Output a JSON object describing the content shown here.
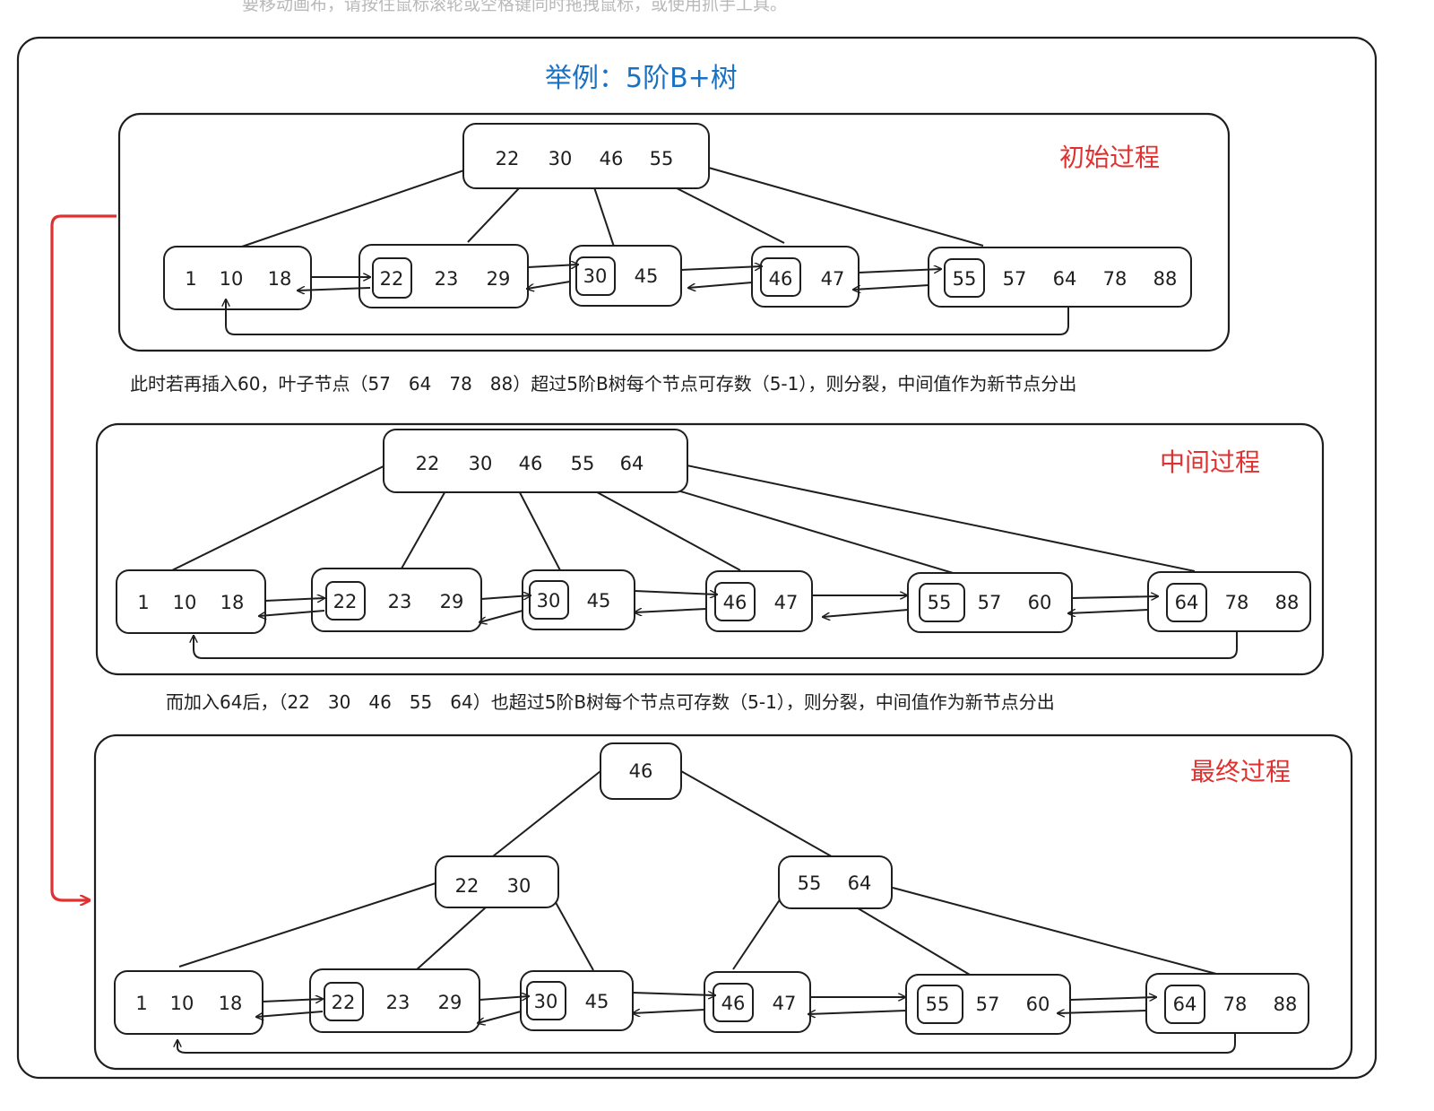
{
  "hint": "要移动画布，请按住鼠标滚轮或空格键同时拖拽鼠标，或使用抓手工具。",
  "title": "举例：5阶B+树",
  "colors": {
    "title": "#1971c2",
    "stage_label": "#e03131",
    "stroke": "#1e1e1e",
    "return_arrow": "#e03131"
  },
  "stages": [
    {
      "label": "初始过程",
      "root": [
        "22",
        "30",
        "46",
        "55"
      ],
      "leaves": [
        [
          "1",
          "10",
          "18"
        ],
        [
          "22",
          "23",
          "29"
        ],
        [
          "30",
          "45"
        ],
        [
          "46",
          "47"
        ],
        [
          "55",
          "57",
          "64",
          "78",
          "88"
        ]
      ]
    },
    {
      "label": "中间过程",
      "root": [
        "22",
        "30",
        "46",
        "55",
        "64"
      ],
      "leaves": [
        [
          "1",
          "10",
          "18"
        ],
        [
          "22",
          "23",
          "29"
        ],
        [
          "30",
          "45"
        ],
        [
          "46",
          "47"
        ],
        [
          "55",
          "57",
          "60"
        ],
        [
          "64",
          "78",
          "88"
        ]
      ]
    },
    {
      "label": "最终过程",
      "root": [
        "46"
      ],
      "internal": [
        [
          "22",
          "30"
        ],
        [
          "55",
          "64"
        ]
      ],
      "leaves": [
        [
          "1",
          "10",
          "18"
        ],
        [
          "22",
          "23",
          "29"
        ],
        [
          "30",
          "45"
        ],
        [
          "46",
          "47"
        ],
        [
          "55",
          "57",
          "60"
        ],
        [
          "64",
          "78",
          "88"
        ]
      ]
    }
  ],
  "notes": [
    "此时若再插入60，叶子节点（57　64　78　88）超过5阶B树每个节点可存数（5-1），则分裂，中间值作为新节点分出",
    "而加入64后，（22　30　46　55　64）也超过5阶B树每个节点可存数（5-1），则分裂，中间值作为新节点分出"
  ]
}
